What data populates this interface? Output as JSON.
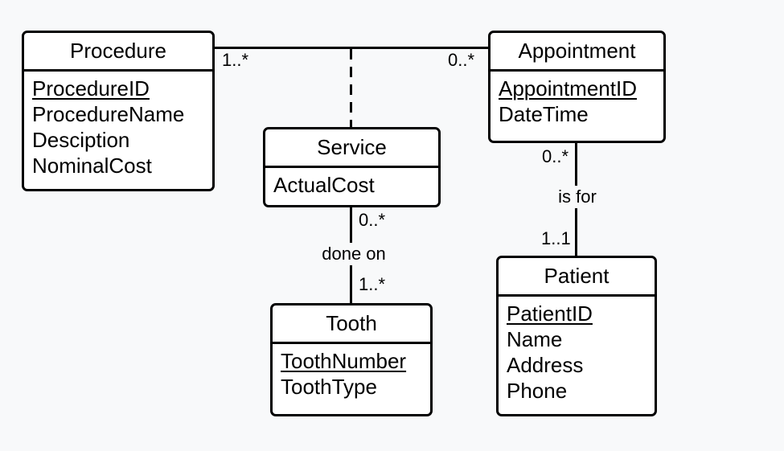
{
  "diagram": {
    "type": "uml-class-diagram",
    "background_color": "#f8f9fa",
    "entity_fill_color": "#ffffff",
    "line_color": "#000000"
  },
  "entities": {
    "procedure": {
      "title": "Procedure",
      "attributes": [
        "ProcedureID",
        "ProcedureName",
        "Desciption",
        "NominalCost"
      ],
      "primary_key": "ProcedureID"
    },
    "appointment": {
      "title": "Appointment",
      "attributes": [
        "AppointmentID",
        "DateTime"
      ],
      "primary_key": "AppointmentID"
    },
    "service": {
      "title": "Service",
      "attributes": [
        "ActualCost"
      ]
    },
    "tooth": {
      "title": "Tooth",
      "attributes": [
        "ToothNumber",
        "ToothType"
      ],
      "primary_key": "ToothNumber"
    },
    "patient": {
      "title": "Patient",
      "attributes": [
        "PatientID",
        "Name",
        "Address",
        "Phone"
      ],
      "primary_key": "PatientID"
    }
  },
  "relationships": {
    "procedure_appointment": {
      "procedure_multiplicity": "1..*",
      "appointment_multiplicity": "0..*",
      "association_class": "Service"
    },
    "service_tooth": {
      "service_multiplicity": "0..*",
      "name": "done on",
      "tooth_multiplicity": "1..*"
    },
    "appointment_patient": {
      "appointment_multiplicity": "0..*",
      "name": "is for",
      "patient_multiplicity": "1..1"
    }
  }
}
